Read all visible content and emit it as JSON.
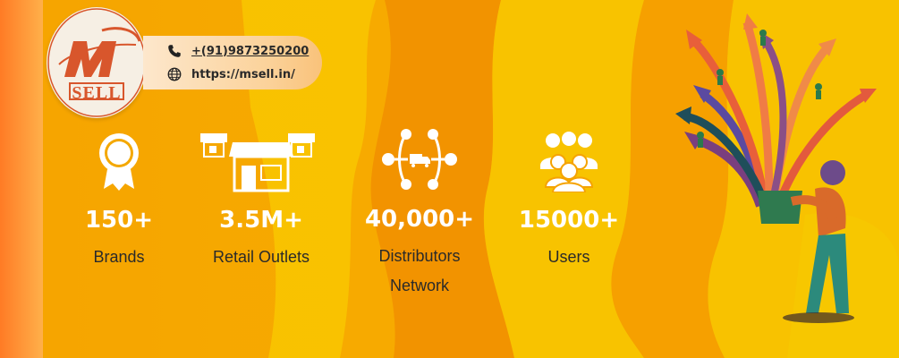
{
  "logo": {
    "letter": "m",
    "text": "SELL"
  },
  "contact": {
    "phone": "+(91)9873250200",
    "website": "https://msell.in/",
    "icons": [
      "phone-icon",
      "globe-icon"
    ]
  },
  "stats": [
    {
      "value": "150+",
      "label": "Brands",
      "icon": "award-badge-icon"
    },
    {
      "value": "3.5M+",
      "label": "Retail Outlets",
      "icon": "storefront-icon"
    },
    {
      "value": "40,000+",
      "label_line1": "Distributors",
      "label_line2": "Network",
      "icon": "distribution-network-icon"
    },
    {
      "value": "15000+",
      "label": "Users",
      "icon": "users-group-icon"
    }
  ],
  "colors": {
    "background": "#f5a300",
    "accent_orange": "#d8562c",
    "stat_text": "#ffffff",
    "label_text": "#2a2a2a"
  }
}
